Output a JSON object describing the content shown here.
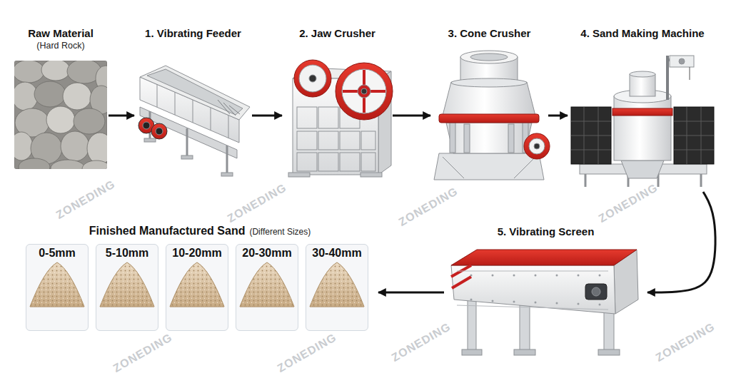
{
  "diagram": {
    "nodes": [
      {
        "text": [
          "Raw Material",
          "(Hard Rock)"
        ]
      },
      {
        "text": [
          "1. Vibrating Feeder"
        ]
      },
      {
        "text": [
          "2. Jaw Crusher"
        ]
      },
      {
        "text": [
          "3. Cone Crusher"
        ]
      },
      {
        "text": [
          "4. Sand Making Machine"
        ]
      },
      {
        "text": [
          "5. Vibrating Screen"
        ]
      },
      {
        "text": [
          "Finished Manufactured Sand",
          "(Different Sizes)"
        ]
      },
      {
        "text": [
          "0-5mm"
        ],
        "in": 6
      },
      {
        "text": [
          "5-10mm"
        ],
        "in": 6
      },
      {
        "text": [
          "10-20mm"
        ],
        "in": 6
      },
      {
        "text": [
          "20-30mm"
        ],
        "in": 6
      },
      {
        "text": [
          "30-40mm"
        ],
        "in": 6
      }
    ],
    "edges": [
      {
        "from": 0,
        "to": 1,
        "arrow": "to"
      },
      {
        "from": 1,
        "to": 2,
        "arrow": "to"
      },
      {
        "from": 2,
        "to": 3,
        "arrow": "to"
      },
      {
        "from": 3,
        "to": 4,
        "arrow": "to"
      },
      {
        "from": 4,
        "to": 5,
        "arrow": "to"
      },
      {
        "from": 5,
        "to": 6,
        "arrow": "to"
      }
    ],
    "labels": [
      "ZONEDING",
      "ZONEDING",
      "ZONEDING",
      "ZONEDING",
      "ZONEDING",
      "ZONEDING",
      "ZONEDING",
      "ZONEDING"
    ]
  }
}
